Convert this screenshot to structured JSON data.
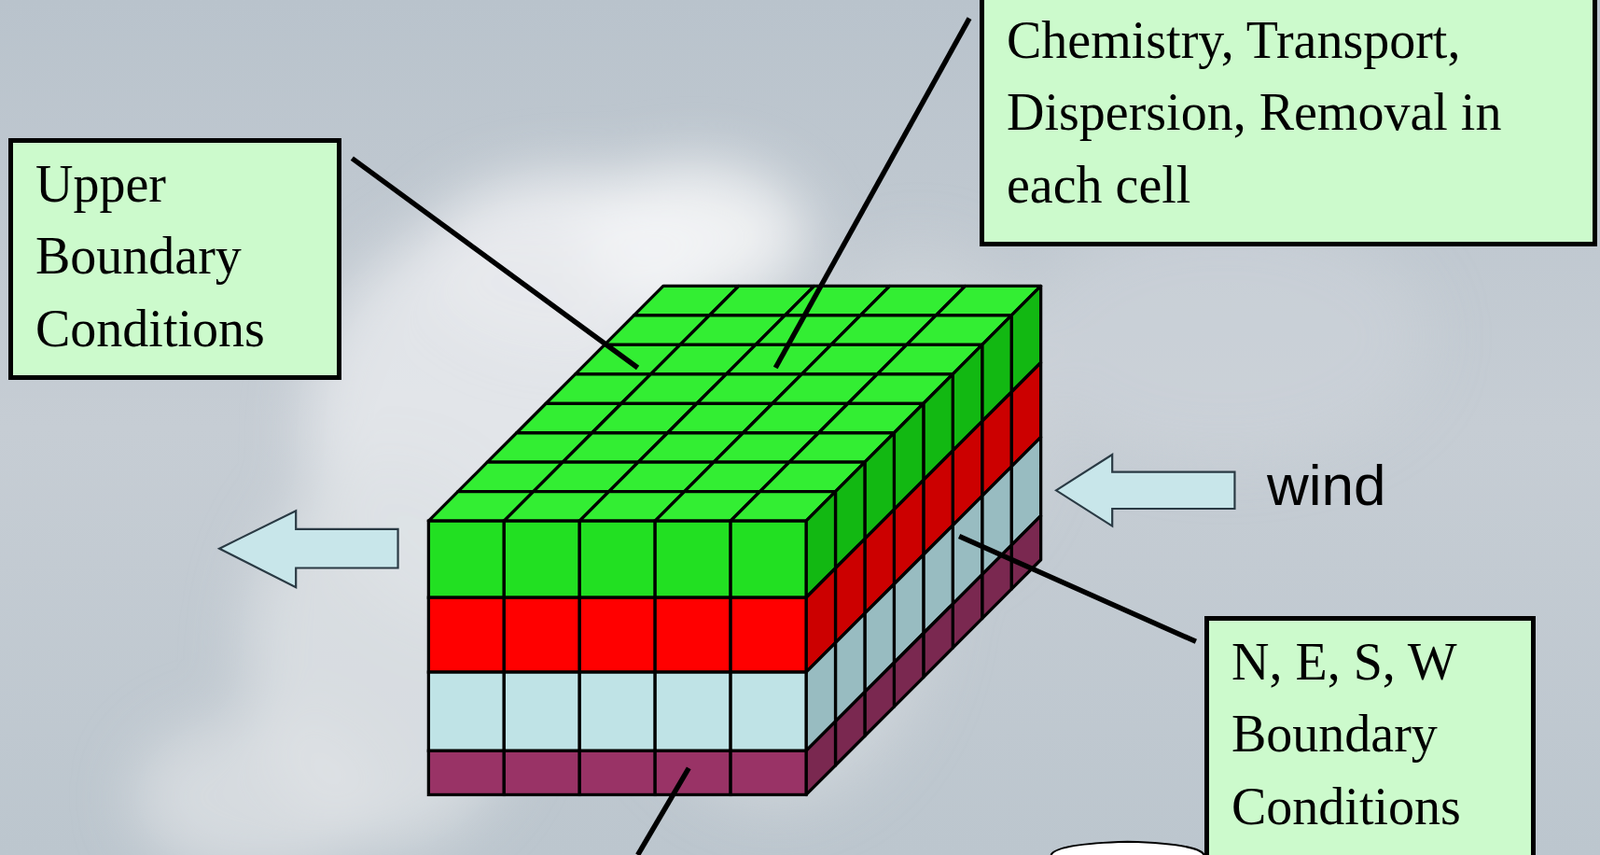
{
  "diagram": {
    "nodes": [
      {
        "text": [
          "Chemistry, Transport, Dispersion, Removal in each cell"
        ]
      },
      {
        "text": [
          "Upper Boundary Conditions"
        ]
      },
      {
        "text": [
          "N, E, S, W Boundary Conditions"
        ]
      }
    ],
    "labels": [
      "wind"
    ]
  }
}
